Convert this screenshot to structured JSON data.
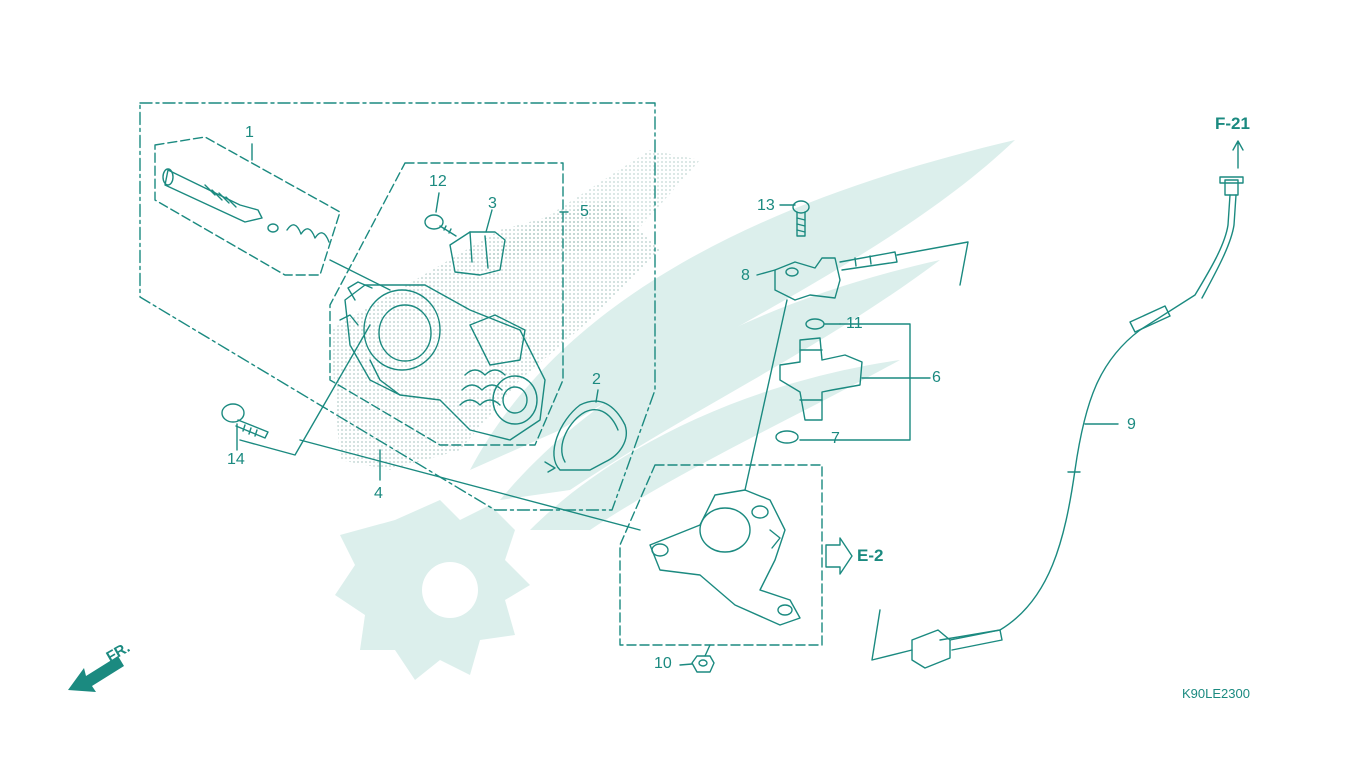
{
  "diagram": {
    "code": "K90LE2300",
    "front_label": "FR.",
    "refs": {
      "f21": "F-21",
      "e2": "E-2"
    },
    "callouts": {
      "c1": "1",
      "c2": "2",
      "c3": "3",
      "c4": "4",
      "c5": "5",
      "c6": "6",
      "c7": "7",
      "c8": "8",
      "c9": "9",
      "c10": "10",
      "c11": "11",
      "c12": "12",
      "c13": "13",
      "c14": "14"
    },
    "colors": {
      "line": "#1b8a80",
      "watermark": "#dcefec",
      "dots": "#9bbdb8"
    },
    "icons": [
      "front-arrow-icon",
      "reference-arrow-icon",
      "up-arrow-icon",
      "honda-wing-watermark"
    ]
  }
}
